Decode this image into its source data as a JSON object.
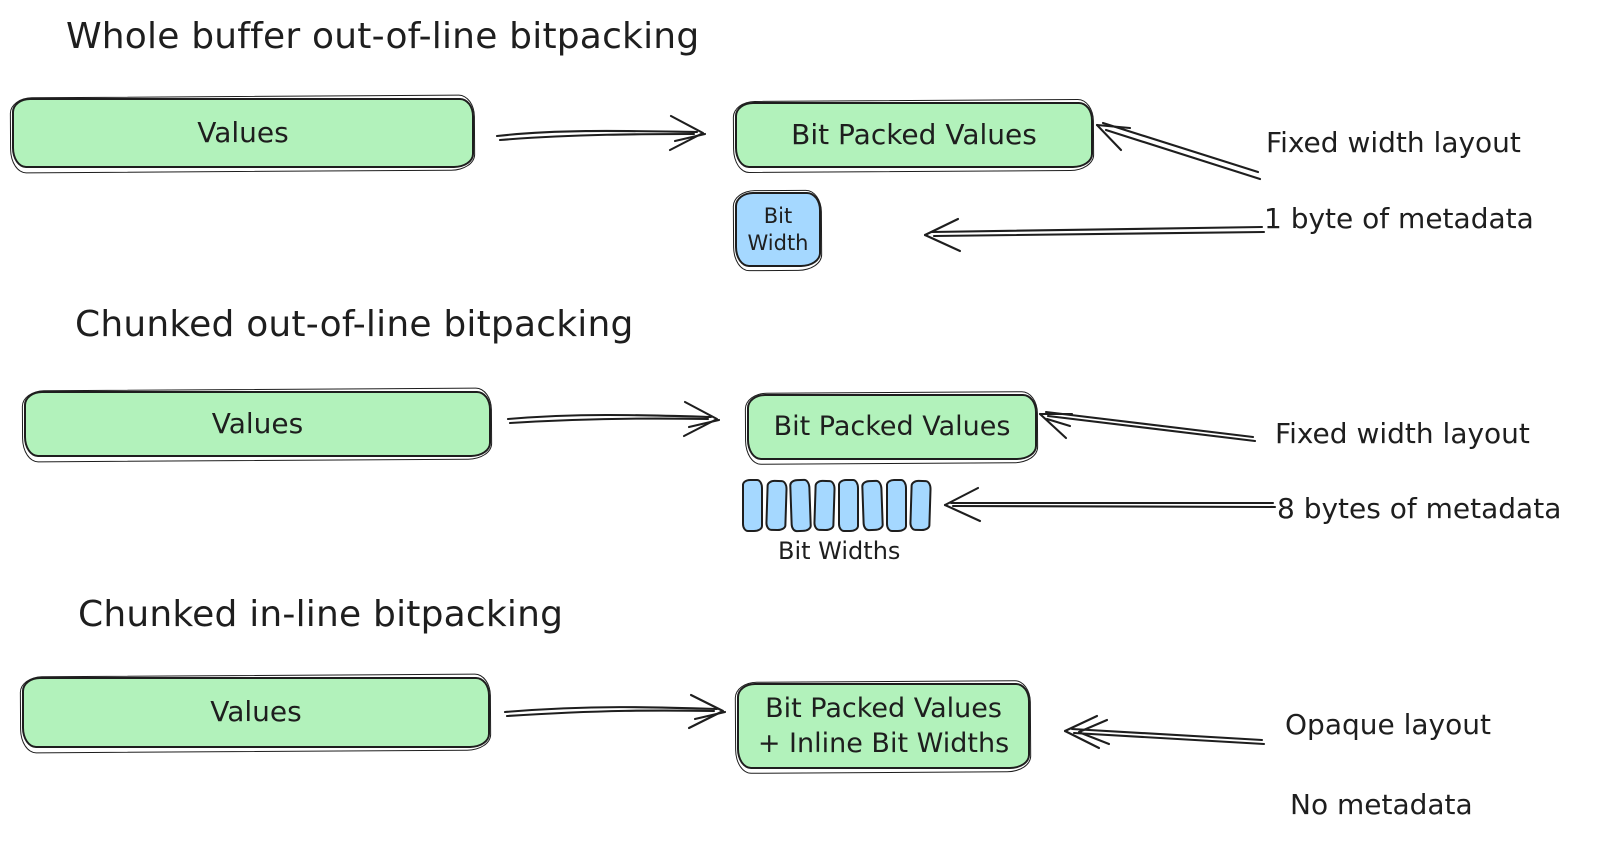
{
  "colors": {
    "background": "#ffffff",
    "stroke_color": "#1e1e1e",
    "green_fill": "#b2f2bb",
    "blue_fill": "#a5d8ff"
  },
  "sections": [
    {
      "title": "Whole buffer out-of-line bitpacking",
      "values_label": "Values",
      "result_label": "Bit Packed Values",
      "metadata_label": "Bit Width",
      "annotation1": "Fixed width layout",
      "annotation2": "1 byte of metadata"
    },
    {
      "title": "Chunked out-of-line bitpacking",
      "values_label": "Values",
      "result_label": "Bit Packed Values",
      "metadata_cell_count": 8,
      "metadata_label": "Bit Widths",
      "annotation1": "Fixed width layout",
      "annotation2": "8 bytes of metadata"
    },
    {
      "title": "Chunked in-line bitpacking",
      "values_label": "Values",
      "result_label_line1": "Bit Packed Values",
      "result_label_line2": "+ Inline Bit Widths",
      "annotation1": "Opaque layout",
      "annotation2": "No metadata"
    }
  ]
}
